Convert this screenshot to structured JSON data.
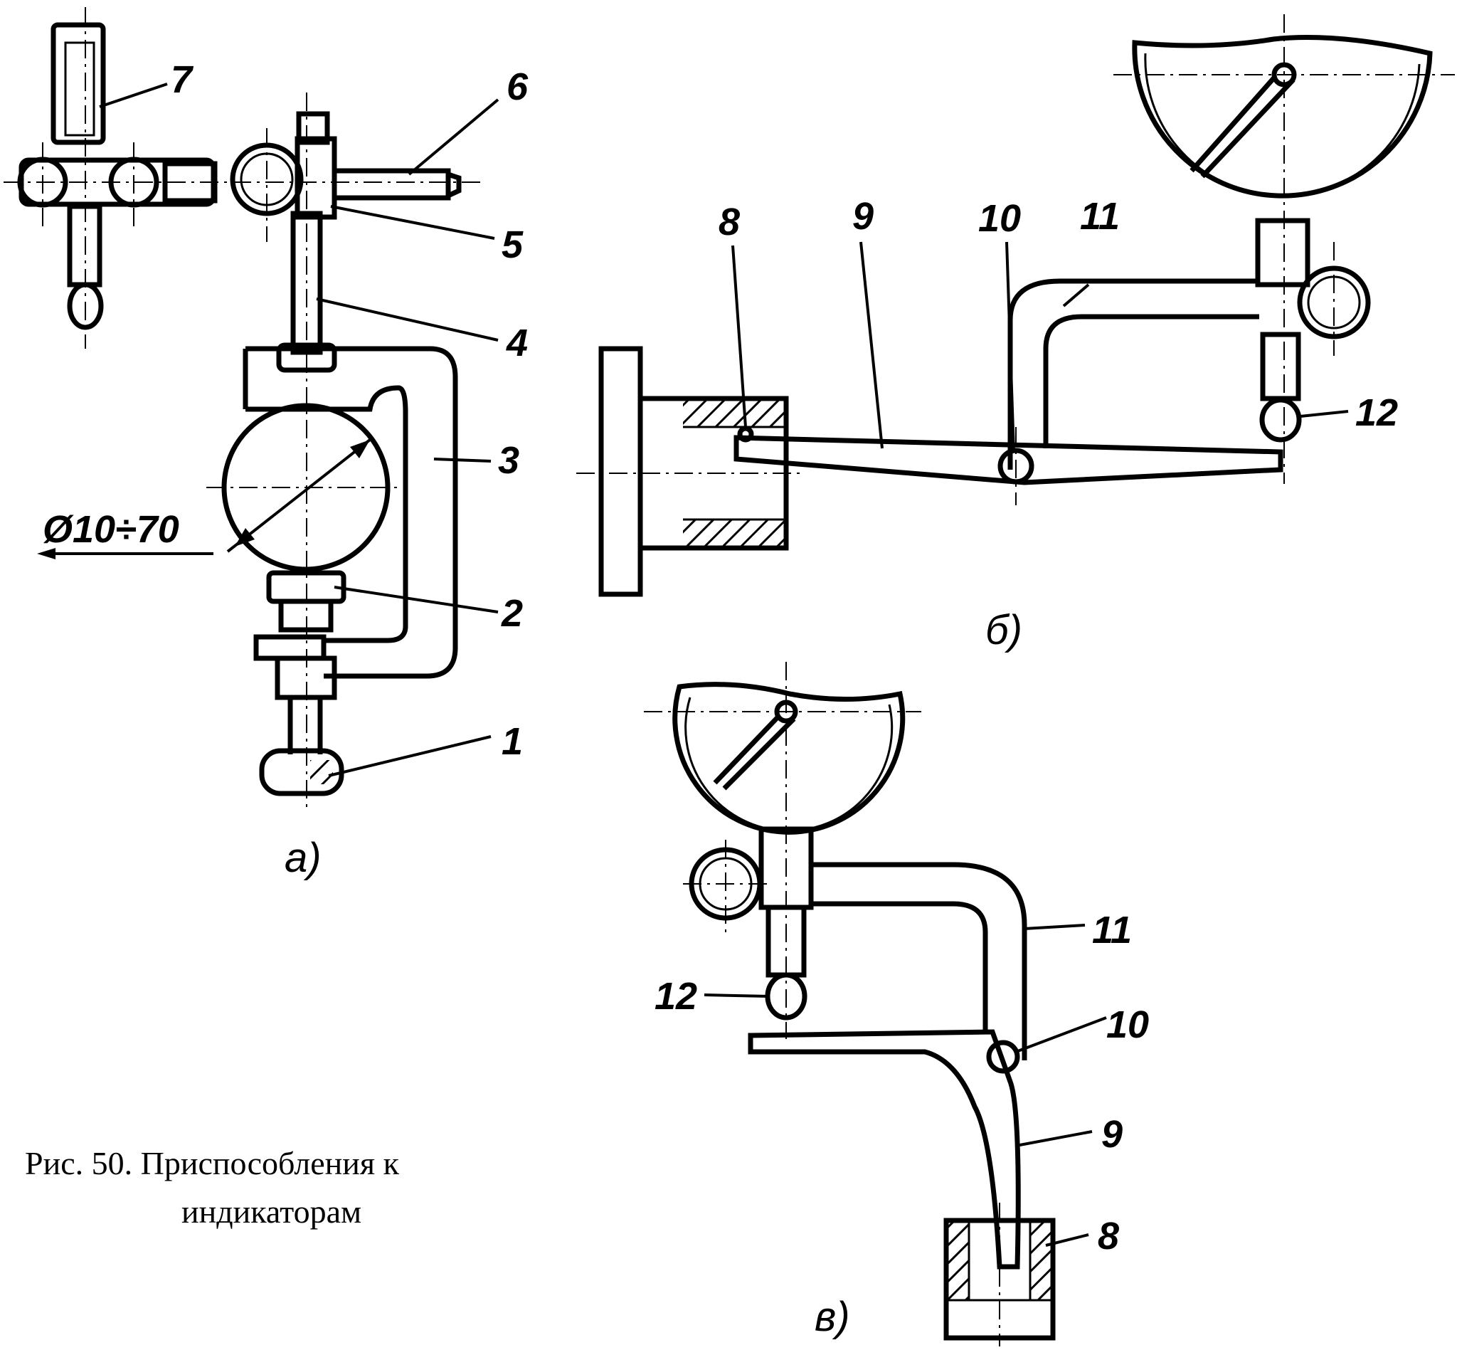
{
  "diagram": {
    "labels": [
      "1",
      "2",
      "3",
      "4",
      "5",
      "6",
      "7",
      "8",
      "9",
      "10",
      "11",
      "12"
    ],
    "dimension": "Ø10÷70",
    "subfigures": [
      "а)",
      "б)",
      "в)"
    ],
    "caption": {
      "line1": "Рис. 50.  Приспособления к",
      "line2": "индикаторам"
    },
    "ink_color": "#000000",
    "hatch_color": "#000000"
  }
}
